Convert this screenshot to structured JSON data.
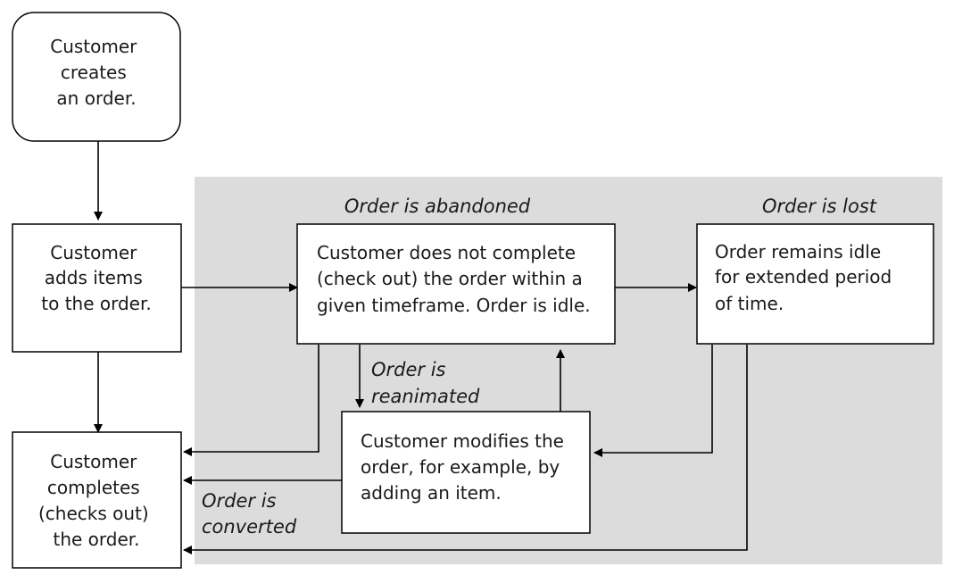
{
  "colors": {
    "region_fill": "#dcdcdc",
    "box_fill": "#ffffff",
    "stroke": "#000000",
    "text": "#1a1a1a"
  },
  "nodes": {
    "create_order": {
      "lines": [
        "Customer",
        "creates",
        "an order."
      ]
    },
    "add_items": {
      "lines": [
        "Customer",
        "adds items",
        "to the order."
      ]
    },
    "idle": {
      "lines": [
        "Customer does not complete",
        "(check out) the order within a",
        "given timeframe. Order is idle."
      ]
    },
    "idle_extended": {
      "lines": [
        "Order remains idle",
        "for extended period",
        "of time."
      ]
    },
    "modifies": {
      "lines": [
        "Customer modifies the",
        "order, for example, by",
        "adding an item."
      ]
    },
    "completes": {
      "lines": [
        "Customer",
        "completes",
        "(checks out)",
        "the order."
      ]
    }
  },
  "labels": {
    "abandoned": "Order is abandoned",
    "lost": "Order is lost",
    "reanimated": [
      "Order is",
      "reanimated"
    ],
    "converted": [
      "Order is",
      "converted"
    ]
  }
}
